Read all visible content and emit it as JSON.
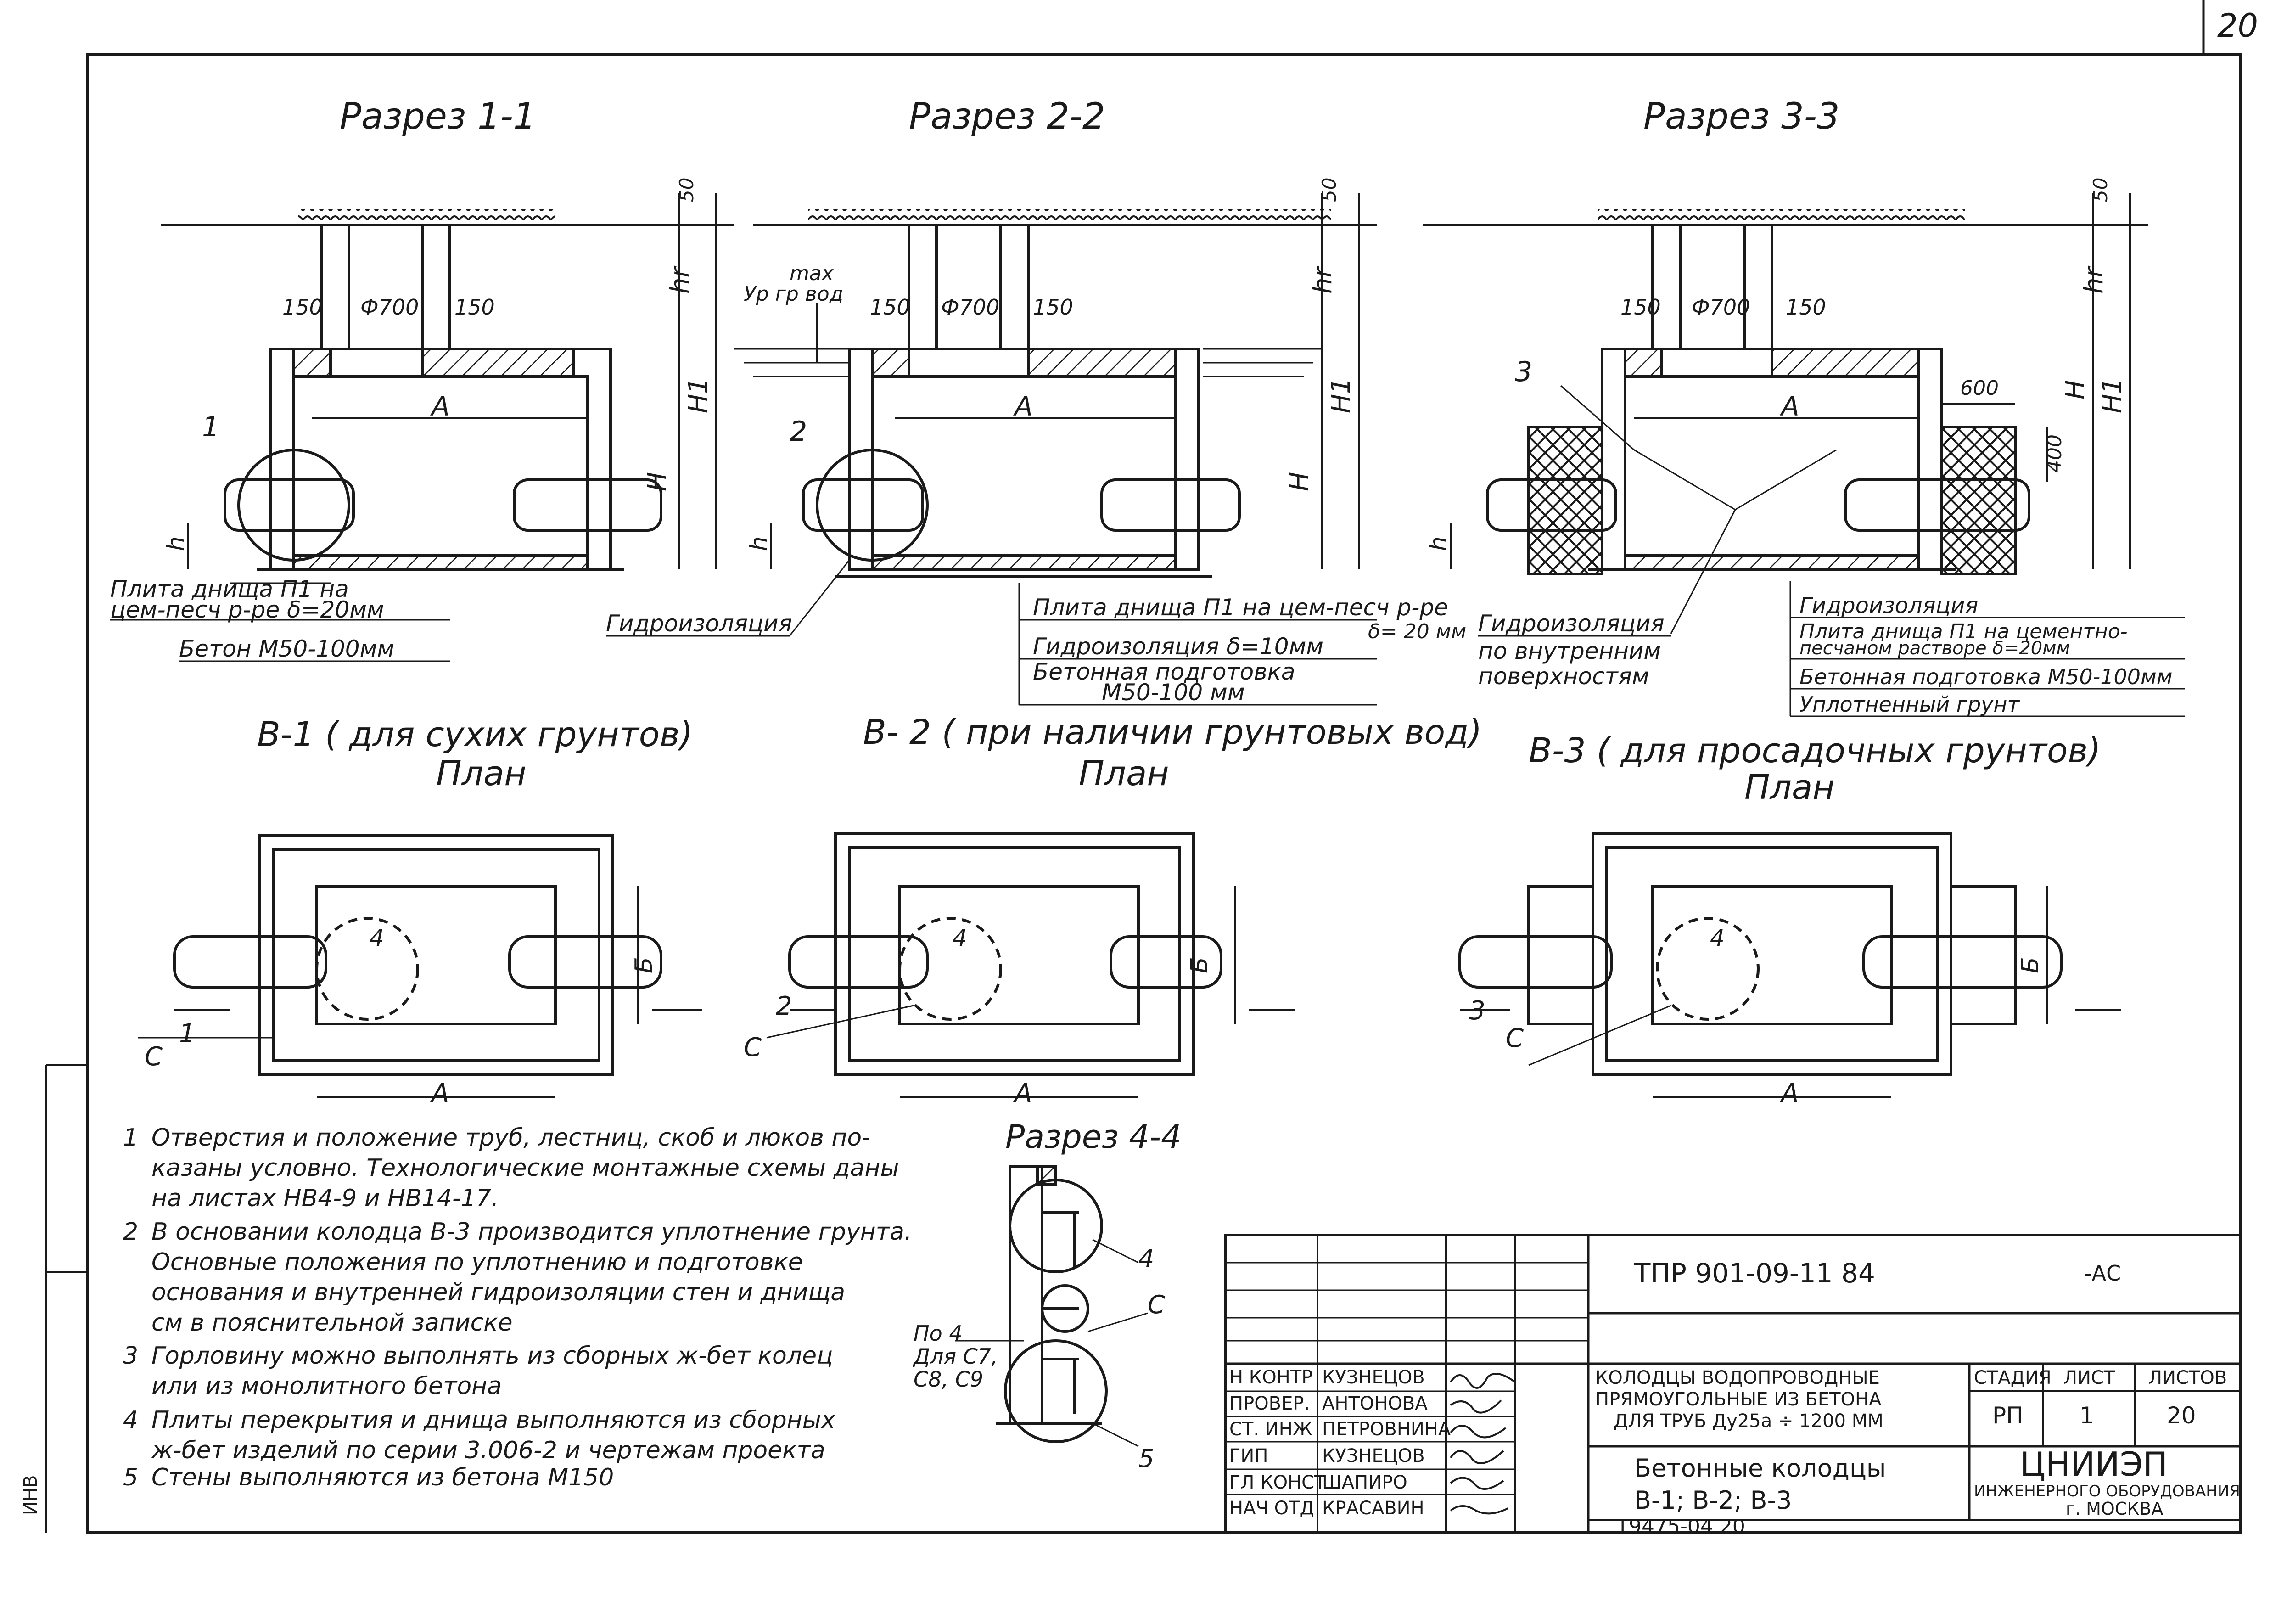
{
  "page_number": "20",
  "side_mark": "ИНВ",
  "sections": {
    "s1": {
      "title": "Разрез 1-1",
      "dims": {
        "d50": "50",
        "hr": "hr",
        "H1": "H1",
        "H": "H",
        "h": "h",
        "A": "А",
        "left150": "150",
        "phi": "Ф700",
        "right150": "150"
      },
      "marker": "1",
      "labels": {
        "l1": "Плита днища П1 на",
        "l2": "цем-песч р-ре  δ=20мм",
        "l3": "Бетон  М50-100мм"
      }
    },
    "s2": {
      "title": "Разрез 2-2",
      "dims": {
        "d50": "50",
        "hr": "hr",
        "H1": "H1",
        "H": "H",
        "h": "h",
        "A": "А",
        "left150": "150",
        "phi": "Ф700",
        "right150": "150"
      },
      "marker": "2",
      "water_1": "max",
      "water_2": "Ур гр вод",
      "labels": {
        "gidro": "Гидроизоляция",
        "l1": "Плита днища П1 на цем-песч р-ре",
        "l1b": "δ= 20 мм",
        "l2": "Гидроизоляция  δ=10мм",
        "l3": "Бетонная  подготовка",
        "l4": "М50-100 мм"
      }
    },
    "s3": {
      "title": "Разрез 3-3",
      "dims": {
        "d50": "50",
        "hr": "hr",
        "H1": "H1",
        "H": "H",
        "h": "h",
        "A": "А",
        "left150": "150",
        "phi": "Ф700",
        "right150": "150",
        "d600": "600",
        "d400": "400"
      },
      "marker": "3",
      "labels": {
        "gv1": "Гидроизоляция",
        "gv2": "по внутренним",
        "gv3": "поверхностям",
        "r1": "Гидроизоляция",
        "r2": "Плита днища П1 на цементно-",
        "r3": "песчаном растворе δ=20мм",
        "r4": "Бетонная подготовка М50-100мм",
        "r5": "Уплотненный  грунт"
      }
    }
  },
  "plans": {
    "p1": {
      "title": "В-1  ( для  сухих  грунтов)",
      "sub": "План",
      "c": "С",
      "A": "А",
      "B": "Б",
      "cut": "1",
      "n4": "4"
    },
    "p2": {
      "title": "В- 2  ( при наличии грунтовых вод)",
      "sub": "План",
      "c": "С",
      "A": "А",
      "B": "Б",
      "cut": "2",
      "n4": "4"
    },
    "p3": {
      "title": "В-3  ( для  просадочных  грунтов)",
      "sub": "План",
      "c": "С",
      "A": "А",
      "B": "Б",
      "cut": "3",
      "n4": "4"
    }
  },
  "section44": {
    "title": "Разрез 4-4",
    "n4": "4",
    "nc": "С",
    "n5": "5",
    "p1": "По 4",
    "p2": "Для С7,",
    "p3": "С8, С9"
  },
  "notes": [
    {
      "num": "1",
      "lines": [
        "Отверстия и положение труб, лестниц, скоб и люков по-",
        "казаны условно. Технологические монтажные схемы даны",
        "на листах НВ4-9 и НВ14-17."
      ]
    },
    {
      "num": "2",
      "lines": [
        "В основании колодца В-3 производится уплотнение грунта.",
        "Основные положения по уплотнению и подготовке",
        "основания и внутренней гидроизоляции стен и днища",
        "см в пояснительной записке"
      ]
    },
    {
      "num": "3",
      "lines": [
        "Горловину можно выполнять из сборных ж-бет колец",
        "или из монолитного бетона"
      ]
    },
    {
      "num": "4",
      "lines": [
        "Плиты перекрытия и днища выполняются из сборных",
        "ж-бет изделий по серии 3.006-2 и чертежам проекта"
      ]
    },
    {
      "num": "5",
      "lines": [
        "Стены  выполняются из бетона  М150"
      ]
    }
  ],
  "title_block": {
    "code": "ТПР 901-09-11 84",
    "suffix": "-АС",
    "staff": [
      {
        "role": "Н КОНТР",
        "name": "КУЗНЕЦОВ"
      },
      {
        "role": "ПРОВЕР.",
        "name": "АНТОНОВА"
      },
      {
        "role": "СТ. ИНЖ",
        "name": "ПЕТРОВНИНА"
      },
      {
        "role": "ГИП",
        "name": "КУЗНЕЦОВ"
      },
      {
        "role": "ГЛ КОНСТ",
        "name": "ШАПИРО"
      },
      {
        "role": "НАЧ ОТД",
        "name": "КРАСАВИН"
      }
    ],
    "desc1": "КОЛОДЦЫ      ВОДОПРОВОДНЫЕ",
    "desc2": "ПРЯМОУГОЛЬНЫЕ     ИЗ    БЕТОНА",
    "desc3": "ДЛЯ  ТРУБ  Ду25а ÷ 1200 ММ",
    "h_stage": "СТАДИЯ",
    "h_sheet": "ЛИСТ",
    "h_sheets": "ЛИСТОВ",
    "stage": "РП",
    "sheet": "1",
    "sheets": "20",
    "subtitle1": "Бетонные      колодцы",
    "subtitle2": "В-1;   В-2;    В-3",
    "org1": "ЦНИИЭП",
    "org2": "ИНЖЕНЕРНОГО ОБОРУДОВАНИЯ",
    "org3": "г. МОСКВА",
    "bottom": "19475-04        20"
  }
}
